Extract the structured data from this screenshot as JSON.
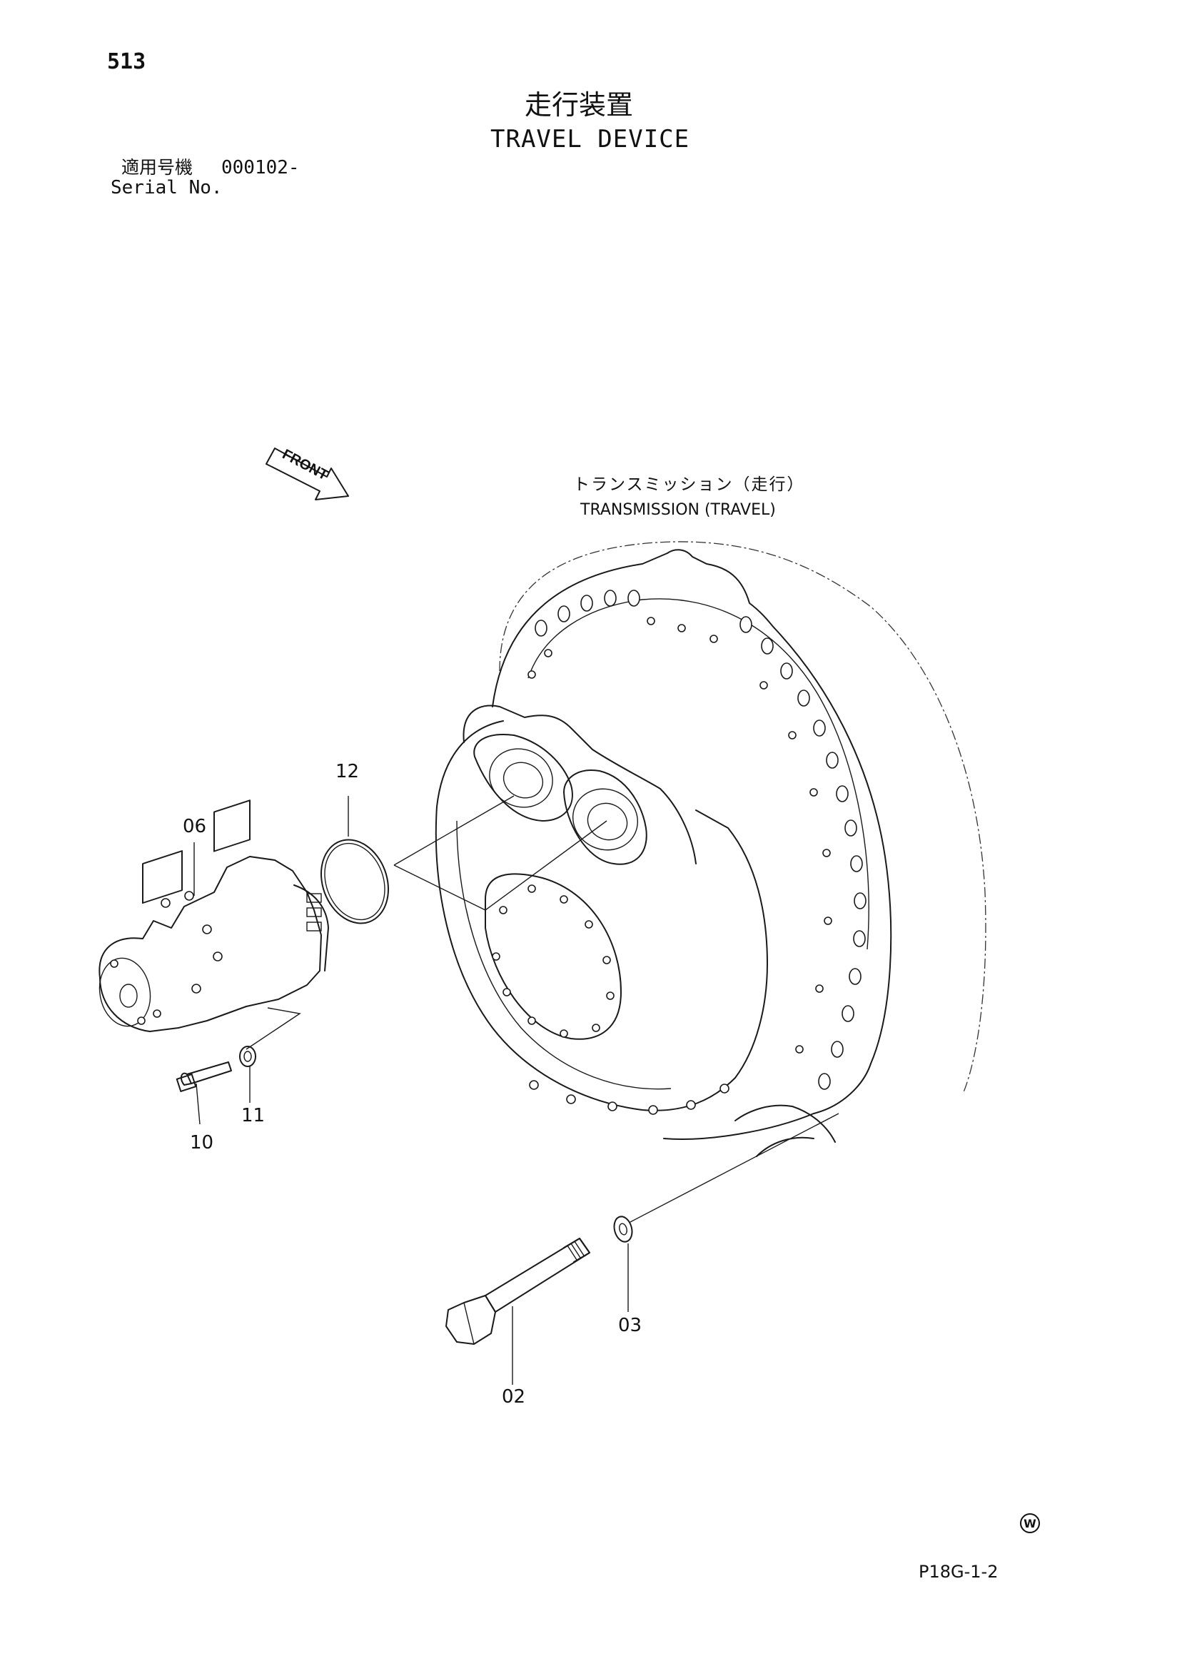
{
  "header": {
    "page_number": "513",
    "title_ja": "走行装置",
    "title_en": "TRAVEL DEVICE"
  },
  "serial": {
    "label_ja": "適用号機",
    "value": "000102-",
    "label_en": "Serial No."
  },
  "front_marker": "FRONT",
  "callout": {
    "ja": "トランスミッション（走行）",
    "en": "TRANSMISSION (TRAVEL)"
  },
  "part_numbers": [
    "12",
    "06",
    "11",
    "10",
    "03",
    "02"
  ],
  "footer": {
    "doc_code": "P18G-1-2",
    "w_mark": "W"
  }
}
